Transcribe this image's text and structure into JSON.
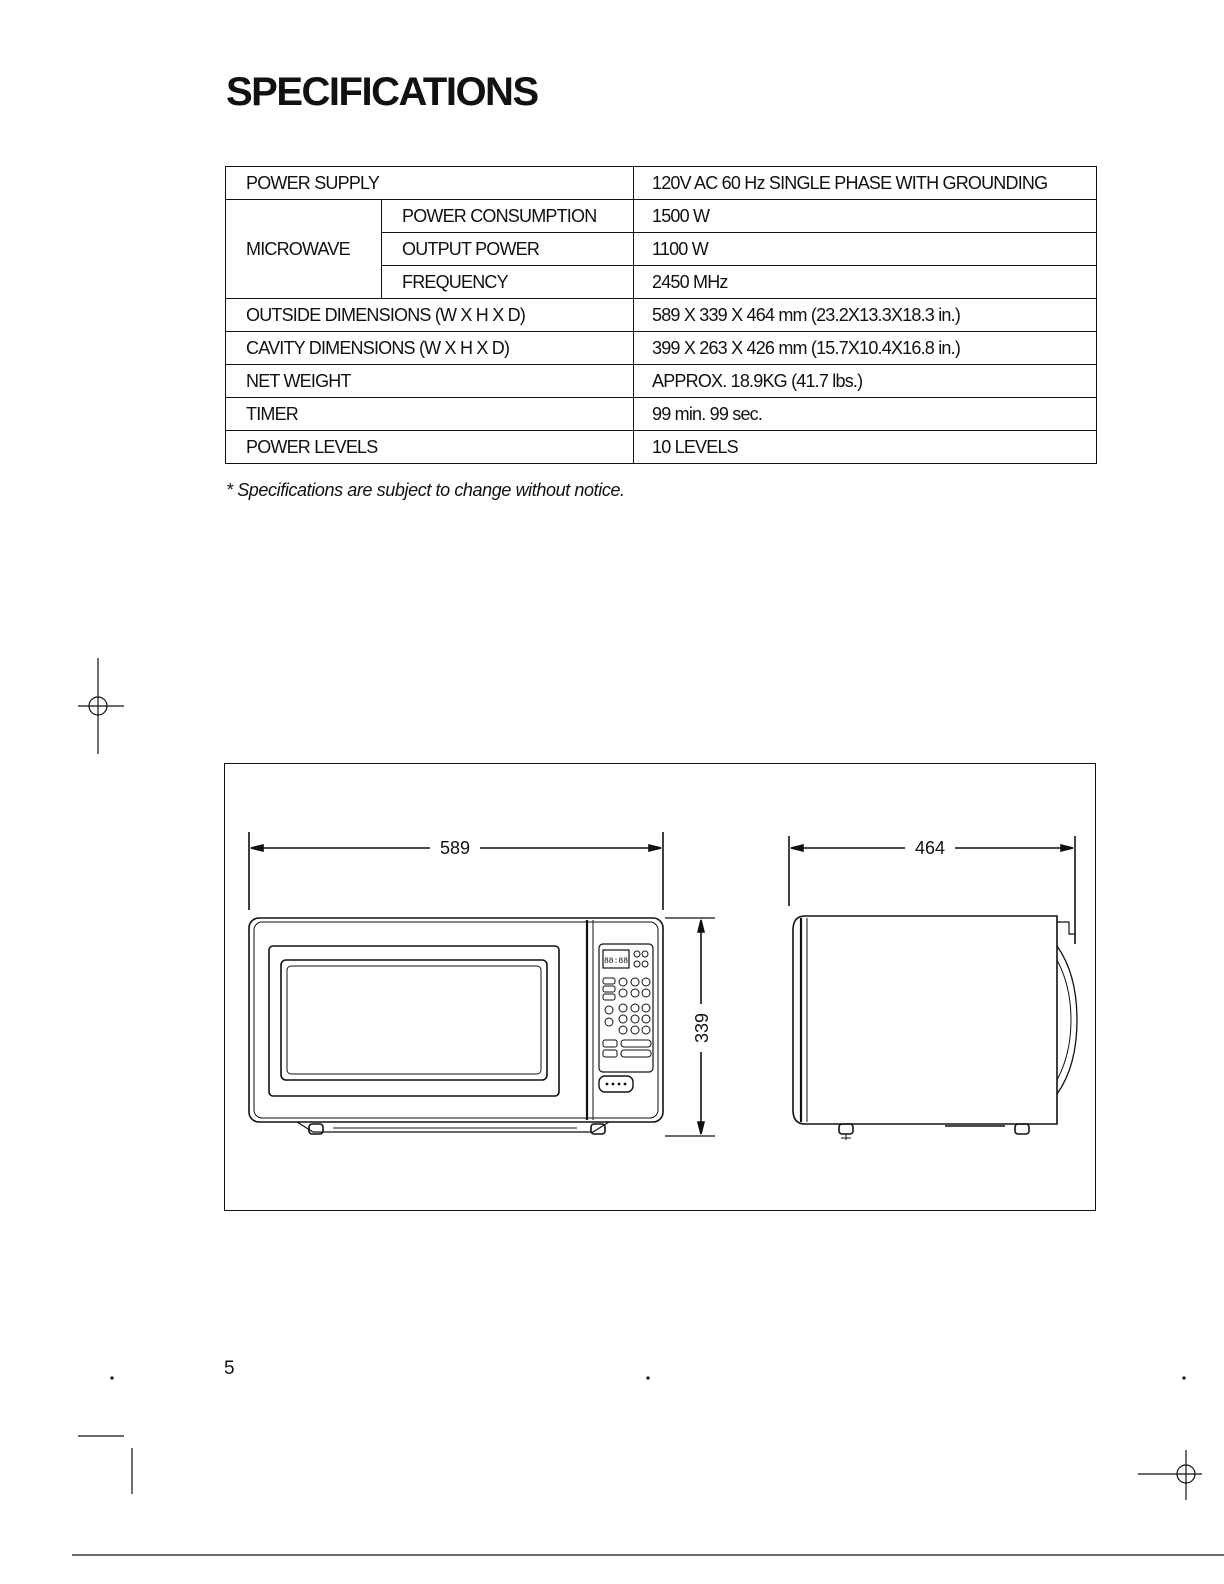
{
  "title": "SPECIFICATIONS",
  "spec_table": {
    "power_supply": {
      "label": "POWER SUPPLY",
      "value": "120V AC 60 Hz SINGLE PHASE WITH GROUNDING"
    },
    "microwave": {
      "label": "MICROWAVE",
      "rows": [
        {
          "label": "POWER CONSUMPTION",
          "value": "1500 W"
        },
        {
          "label": "OUTPUT POWER",
          "value": "1100 W"
        },
        {
          "label": "FREQUENCY",
          "value": "2450 MHz"
        }
      ]
    },
    "rows": [
      {
        "label": "OUTSIDE DIMENSIONS (W X H X D)",
        "value": "589 X 339 X 464 mm (23.2X13.3X18.3 in.)"
      },
      {
        "label": "CAVITY DIMENSIONS (W X H X D)",
        "value": "399 X 263 X 426 mm (15.7X10.4X16.8 in.)"
      },
      {
        "label": "NET WEIGHT",
        "value": "APPROX. 18.9KG (41.7 lbs.)"
      },
      {
        "label": "TIMER",
        "value": "99 min. 99 sec."
      },
      {
        "label": "POWER LEVELS",
        "value": "10 LEVELS"
      }
    ]
  },
  "note": "* Specifications are subject to change without notice.",
  "figure": {
    "width_label": "589",
    "height_label": "339",
    "depth_label": "464",
    "display_text": "88:88"
  },
  "page_number": "5",
  "colors": {
    "ink": "#111111",
    "paper": "#ffffff"
  }
}
